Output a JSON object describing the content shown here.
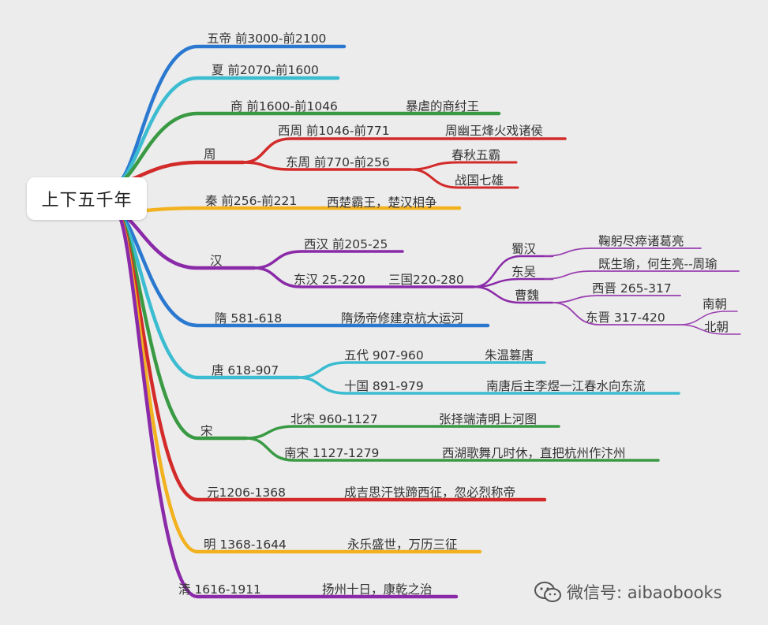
{
  "root": "上下五千年",
  "colors": {
    "blue": "#2a78d0",
    "cyan": "#3bbcd1",
    "green": "#3a9a44",
    "red": "#d32a2a",
    "yellow": "#f2b21f",
    "purple": "#8a2aa8",
    "purple_thin": "#9a3fb0"
  },
  "labels": {
    "wudi": "五帝  前3000-前2100",
    "xia": "夏  前2070-前1600",
    "shang": "商  前1600-前1046",
    "shang_note": "暴虐的商纣王",
    "zhou": "周",
    "xizhou": "西周   前1046-前771",
    "xizhou_note": "周幽王烽火戏诸侯",
    "dongzhou": "东周   前770-前256",
    "chunqiu": "春秋五霸",
    "zhanguo": "战国七雄",
    "qin": "秦  前256-前221",
    "qin_note": "西楚霸王，楚汉相争",
    "han": "汉",
    "xihan": "西汉  前205-25",
    "donghan": "东汉  25-220",
    "sanguo": "三国220-280",
    "shuhan": "蜀汉",
    "shuhan_note": "鞠躬尽瘁诸葛亮",
    "dongwu": "东吴",
    "dongwu_note": "既生瑜，何生亮--周瑜",
    "caowei": "曹魏",
    "xijin": "西晋 265-317",
    "dongjin": "东晋 317-420",
    "nanchao": "南朝",
    "beichao": "北朝",
    "sui": "隋 581-618",
    "sui_note": "隋炀帝修建京杭大运河",
    "tang": "唐 618-907",
    "wudai": "五代 907-960",
    "wudai_note": "朱温篡唐",
    "shiguo": "十国 891-979",
    "shiguo_note": "南唐后主李煜一江春水向东流",
    "song": "宋",
    "beisong": "北宋 960-1127",
    "beisong_note": "张择端清明上河图",
    "nansong": "南宋 1127-1279",
    "nansong_note": "西湖歌舞几时休，直把杭州作汴州",
    "yuan": "元1206-1368",
    "yuan_note": "成吉思汗铁蹄西征，忽必烈称帝",
    "ming": "明 1368-1644",
    "ming_note": "永乐盛世，万历三征",
    "qing": "清 1616-1911",
    "qing_note": "扬州十日，康乾之治"
  },
  "watermark": {
    "text": "微信号: aibaobooks",
    "icon": "wechat-icon"
  }
}
